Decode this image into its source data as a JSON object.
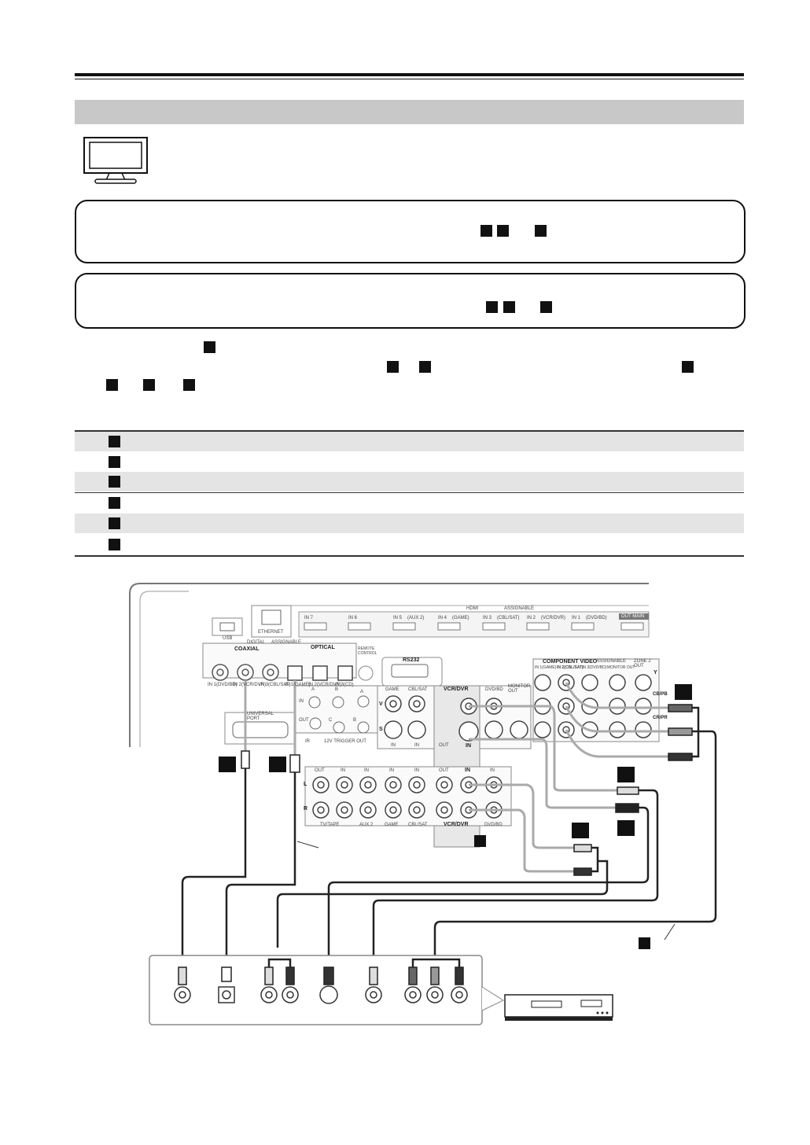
{
  "receiver_panel": {
    "usb": "USB",
    "ethernet": "ETHERNET",
    "hdmi": "HDMI",
    "assignable": "ASSIGNABLE",
    "hdmi_inputs": [
      "IN 7",
      "IN 6",
      "IN 5",
      "IN 4",
      "IN 3",
      "IN 2",
      "IN 1"
    ],
    "hdmi_input_subs": [
      "",
      "",
      "(AUX 2)",
      "(GAME)",
      "(CBL/SAT)",
      "(VCR/DVR)",
      "(DVD/BD)"
    ],
    "hdmi_out": "OUT MAIN",
    "digital": "DIGITAL",
    "coaxial": "COAXIAL",
    "optical": "OPTICAL",
    "coax_labels": [
      "IN 1(DVD/BD)",
      "IN 2(VCR/DVR)",
      "IN 3(CBL/SAT)"
    ],
    "optical_labels": [
      "IN 1(GAME)",
      "IN 2(VCR/DVR)",
      "IN 3(CD)"
    ],
    "remote_control": "REMOTE CONTROL",
    "rs232": "RS232",
    "universal_port": "UNIVERSAL PORT",
    "ir": "IR",
    "trigger": "12V TRIGGER OUT",
    "trigger_letters": [
      "A",
      "B",
      "C",
      "B",
      "A"
    ],
    "ir_in": "IN",
    "ir_out": "OUT",
    "video_sections": [
      "GAME",
      "CBL/SAT",
      "VCR/DVR",
      "DVD/BD",
      "MONITOR OUT"
    ],
    "row_v": "V",
    "row_s": "S",
    "row_l": "L",
    "row_r": "R",
    "in": "IN",
    "out": "OUT",
    "audio_sections": [
      "TV/TAPE",
      "AUX 2",
      "GAME",
      "CBL/SAT",
      "VCR/DVR",
      "DVD/BD"
    ],
    "component_video": "COMPONENT VIDEO",
    "component_assignable": "ASSIGNABLE",
    "component_inputs": [
      "IN 1(GAME)",
      "IN 2(CBL/SAT)",
      "IN 3(DVD/BD)",
      "MONITOR OUT"
    ],
    "zone2": "ZONE 2 OUT",
    "y": "Y",
    "cb": "CB/PB",
    "cr": "CR/PR"
  }
}
